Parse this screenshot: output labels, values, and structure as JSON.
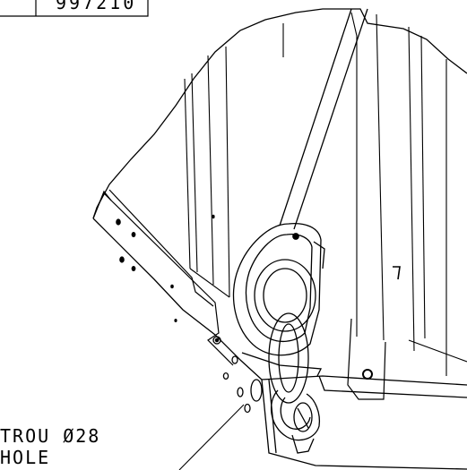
{
  "title_block": {
    "part_number": "997210"
  },
  "callout": {
    "line1": "TROU Ø28",
    "line2": "HOLE"
  },
  "colors": {
    "ink": "#000000",
    "paper": "#ffffff"
  }
}
